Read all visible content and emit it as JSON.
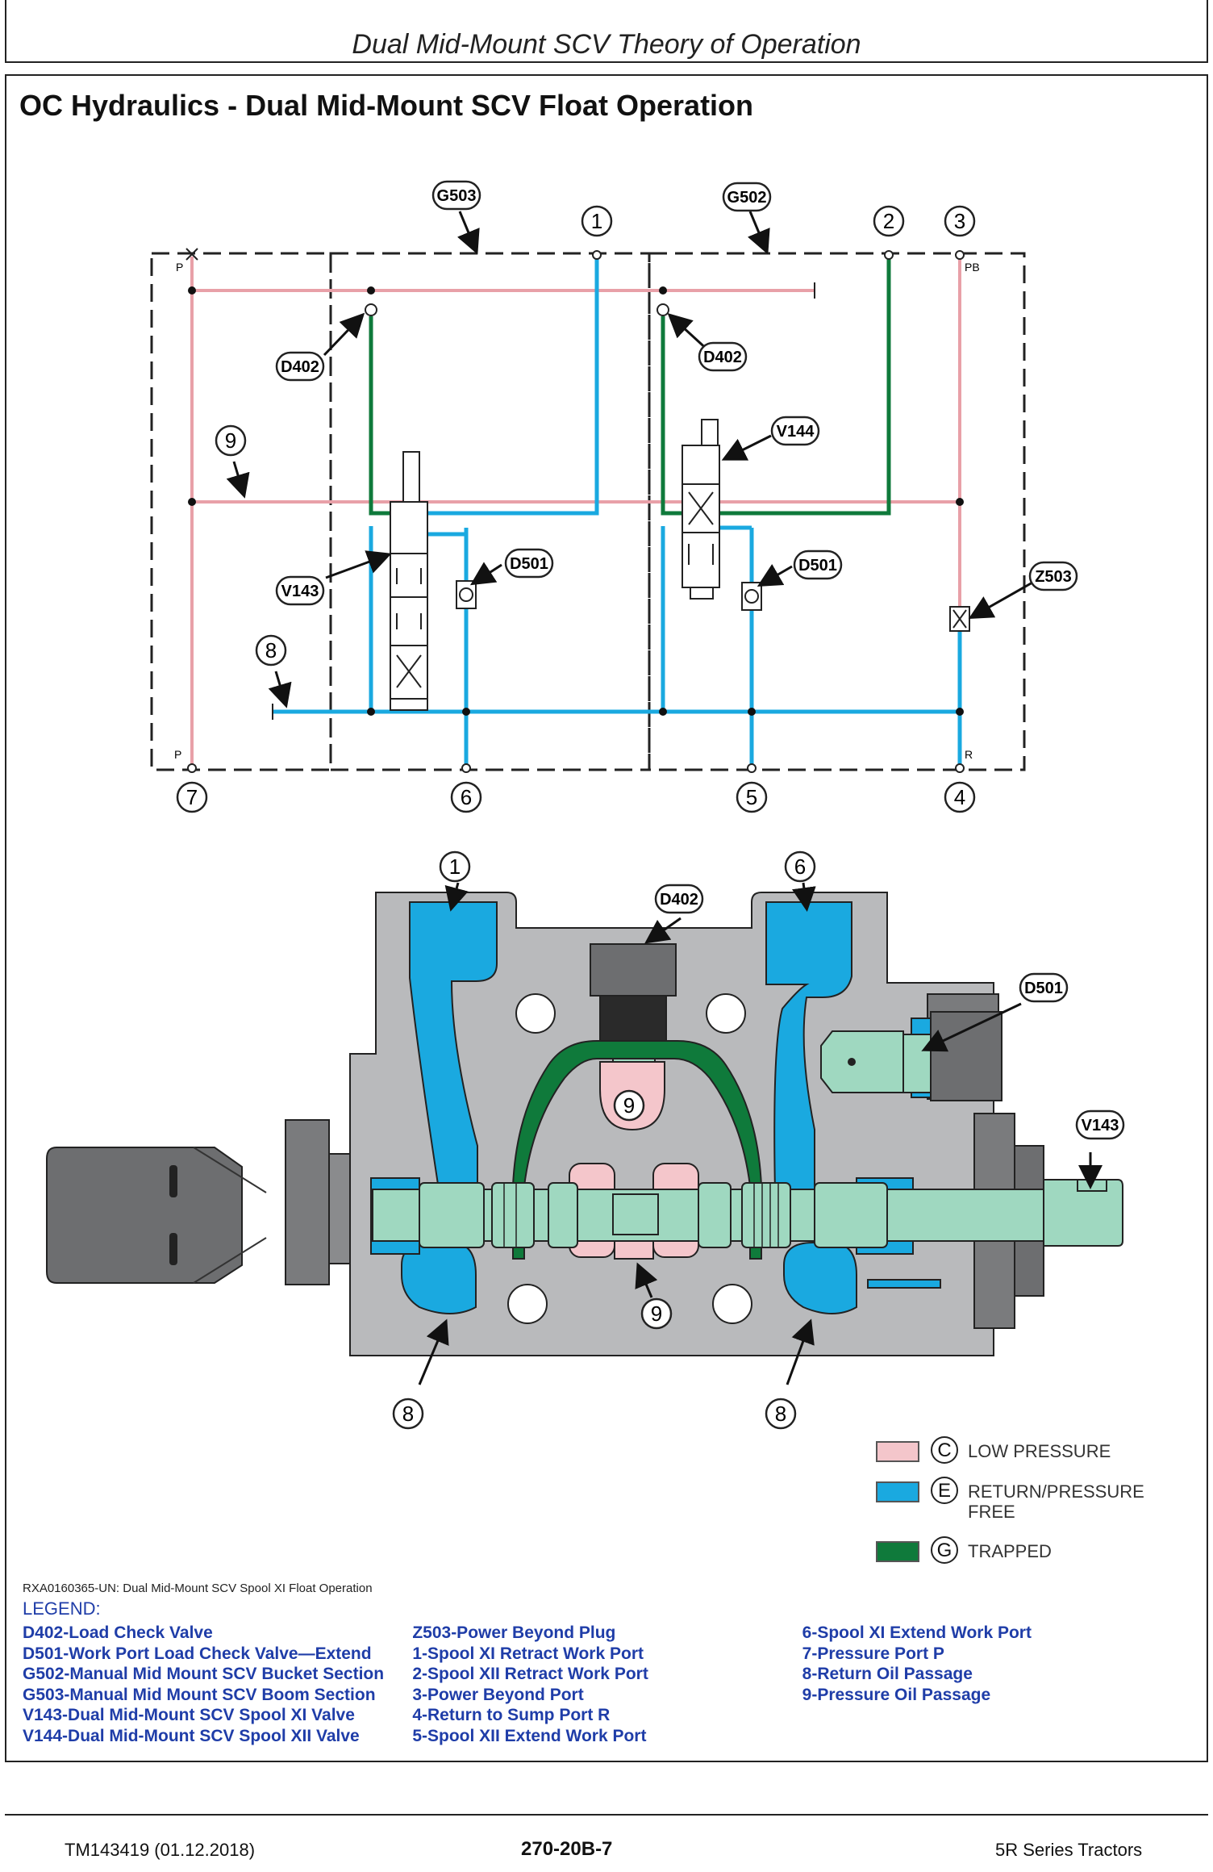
{
  "header": {
    "page_title": "Dual Mid-Mount SCV Theory of Operation"
  },
  "figure": {
    "title": "OC Hydraulics - Dual Mid-Mount SCV Float Operation",
    "caption": "RXA0160365-UN: Dual Mid-Mount SCV Spool XI Float Operation"
  },
  "schematic": {
    "callouts": [
      "G503",
      "G502",
      "D402",
      "D402",
      "V144",
      "V143",
      "D501",
      "D501",
      "Z503"
    ],
    "ports": [
      "1",
      "2",
      "3",
      "4",
      "5",
      "6",
      "7",
      "8",
      "9"
    ],
    "port_letters": {
      "p_top": "P",
      "pb": "PB",
      "p_bottom": "P",
      "r": "R"
    }
  },
  "cutaway": {
    "callouts": [
      "D402",
      "D501",
      "V143"
    ],
    "ports": [
      "1",
      "6",
      "9",
      "9",
      "8",
      "8"
    ]
  },
  "colors": {
    "low_pressure": "#f4c6cb",
    "return_pressure_free": "#1aa9e0",
    "trapped": "#0f7a3b",
    "pressure_line": "#e8a0a8",
    "body_gray": "#b9babc"
  },
  "key": [
    {
      "letter": "C",
      "label": "LOW PRESSURE",
      "color": "#f4c6cb"
    },
    {
      "letter": "E",
      "label": "RETURN/PRESSURE FREE",
      "color": "#1aa9e0"
    },
    {
      "letter": "G",
      "label": "TRAPPED",
      "color": "#0f7a3b"
    }
  ],
  "legend": {
    "heading": "LEGEND:",
    "col1": [
      "D402-Load Check Valve",
      "D501-Work Port Load Check Valve—Extend",
      "G502-Manual Mid Mount SCV Bucket Section",
      "G503-Manual Mid Mount SCV Boom Section",
      "V143-Dual Mid-Mount SCV Spool XI Valve",
      "V144-Dual Mid-Mount SCV Spool XII Valve"
    ],
    "col2": [
      "Z503-Power Beyond Plug",
      "1-Spool XI Retract Work Port",
      "2-Spool XII Retract Work Port",
      "3-Power Beyond Port",
      "4-Return to Sump Port R",
      "5-Spool XII Extend Work Port"
    ],
    "col3": [
      "6-Spool XI Extend Work Port",
      "7-Pressure Port P",
      "8-Return Oil Passage",
      "9-Pressure Oil Passage"
    ]
  },
  "footer": {
    "left": "TM143419 (01.12.2018)",
    "center": "270-20B-7",
    "right": "5R Series Tractors"
  }
}
